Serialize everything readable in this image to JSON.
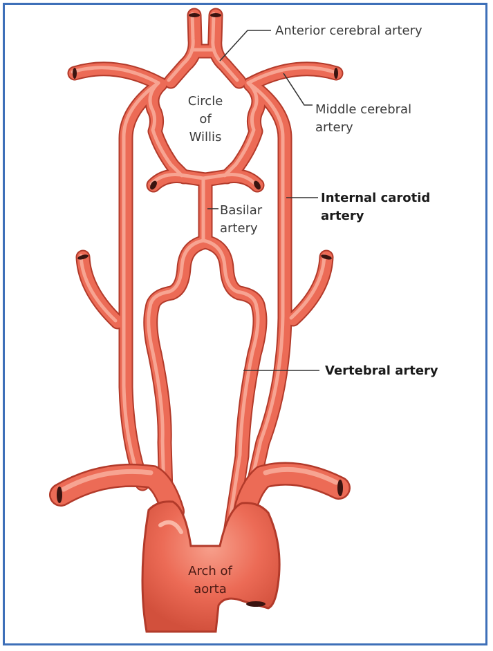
{
  "labels": {
    "anterior_cerebral": "Anterior cerebral artery",
    "middle_cerebral_line1": "Middle cerebral",
    "middle_cerebral_line2": "artery",
    "circle_line1": "Circle",
    "circle_line2": "of",
    "circle_line3": "Willis",
    "internal_carotid_line1": "Internal carotid",
    "internal_carotid_line2": "artery",
    "basilar_line1": "Basilar",
    "basilar_line2": "artery",
    "vertebral": "Vertebral artery",
    "aorta_line1": "Arch of",
    "aorta_line2": "aorta"
  },
  "colors": {
    "frame": "#3d6fb8",
    "vessel": "#ec6b56",
    "vessel_outline": "#b23a2a",
    "vessel_highlight": "#f7a492"
  }
}
